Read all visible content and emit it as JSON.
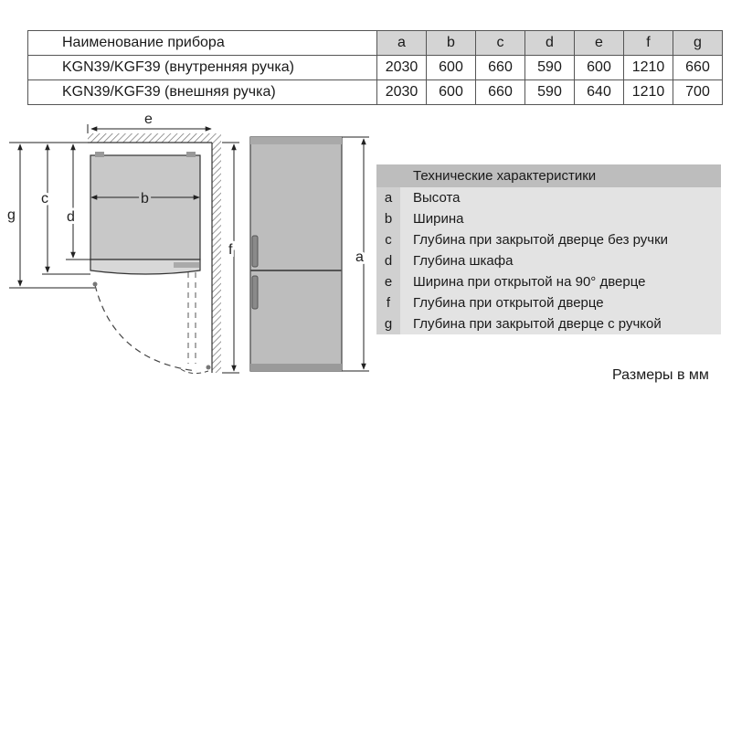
{
  "table": {
    "header": {
      "name": "Наименование прибора",
      "cols": [
        "a",
        "b",
        "c",
        "d",
        "e",
        "f",
        "g"
      ]
    },
    "rows": [
      {
        "name": "KGN39/KGF39 (внутренняя ручка)",
        "values": [
          "2030",
          "600",
          "660",
          "590",
          "600",
          "1210",
          "660"
        ]
      },
      {
        "name": "KGN39/KGF39 (внешняя ручка)",
        "values": [
          "2030",
          "600",
          "660",
          "590",
          "640",
          "1210",
          "700"
        ]
      }
    ]
  },
  "diagram": {
    "labels": {
      "a": "a",
      "b": "b",
      "c": "c",
      "d": "d",
      "e": "e",
      "f": "f",
      "g": "g"
    }
  },
  "legend": {
    "title": "Технические характеристики",
    "items": [
      {
        "key": "a",
        "text": "Высота"
      },
      {
        "key": "b",
        "text": "Ширина"
      },
      {
        "key": "c",
        "text": "Глубина при закрытой дверце без ручки"
      },
      {
        "key": "d",
        "text": "Глубина шкафа"
      },
      {
        "key": "e",
        "text": "Ширина при открытой на 90° дверце"
      },
      {
        "key": "f",
        "text": "Глубина при открытой дверце"
      },
      {
        "key": "g",
        "text": "Глубина при закрытой дверце с ручкой"
      }
    ]
  },
  "units": "Размеры в мм"
}
